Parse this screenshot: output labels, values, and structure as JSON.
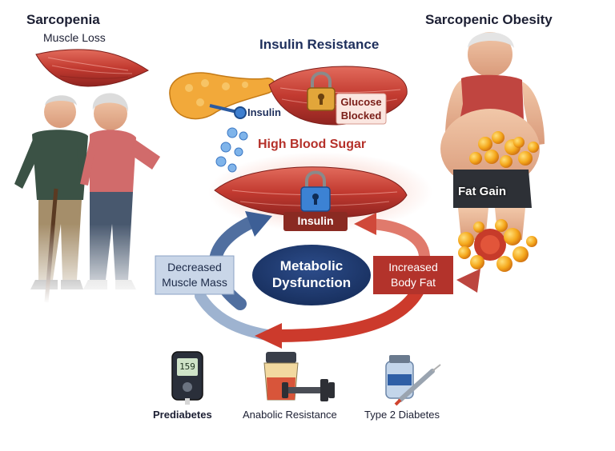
{
  "sections": {
    "sarcopenia": {
      "title": "Sarcopenia",
      "subtitle": "Muscle Loss"
    },
    "obesity": {
      "title": "Sarcopenic Obesity",
      "badge": "Fat Gain"
    }
  },
  "insulin_resistance": {
    "title": "Insulin Resistance",
    "insulin_label": "Insulin",
    "glucose_blocked": [
      "Glucose",
      "Blocked"
    ],
    "high_blood_sugar": "High Blood Sugar",
    "muscle_insulin_label": "Insulin"
  },
  "cycle": {
    "center": [
      "Metabolic",
      "Dysfunction"
    ],
    "left": [
      "Decreased",
      "Muscle Mass"
    ],
    "right": [
      "Increased",
      "Body Fat"
    ]
  },
  "outcomes": [
    {
      "label": "Prediabetes",
      "icon": "glucose-meter-icon",
      "meter_value": "159"
    },
    {
      "label": "Anabolic Resistance",
      "icon": "protein-shaker-dumbbell-icon"
    },
    {
      "label": "Type 2 Diabetes",
      "icon": "insulin-vial-syringe-icon"
    }
  ],
  "colors": {
    "navy": "#1e2f5c",
    "red": "#b5312a",
    "blue_arrow": "#3d5f96",
    "red_arrow": "#cc3a2c",
    "muscle": "#c9453a",
    "fat": "#f2a41c"
  }
}
